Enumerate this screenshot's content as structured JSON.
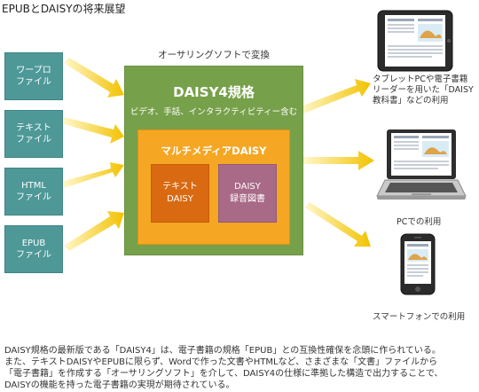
{
  "title": "EPUBとDAISYの将来展望",
  "sources": [
    {
      "line1": "ワープロ",
      "line2": "ファイル"
    },
    {
      "line1": "テキスト",
      "line2": "ファイル"
    },
    {
      "line1": "HTML",
      "line2": "ファイル"
    },
    {
      "line1": "EPUB",
      "line2": "ファイル"
    }
  ],
  "authoring_label": "オーサリングソフトで変換",
  "daisy4": {
    "title": "DAISY4規格",
    "subtitle": "ビデオ、手話、インタラクティビティー含む",
    "multimedia": "マルチメディアDAISY",
    "text_daisy": {
      "line1": "テキスト",
      "line2": "DAISY"
    },
    "audio_daisy": {
      "line1": "DAISY",
      "line2": "録音図書"
    }
  },
  "devices": {
    "tablet_caption": [
      "タブレットPCや電子書籍",
      "リーダーを用いた「DAISY",
      "教科書」などの利用"
    ],
    "pc_caption": "PCでの利用",
    "phone_caption": "スマートフォンでの利用"
  },
  "description": [
    "DAISY規格の最新版である「DAISY4」は、電子書籍の規格「EPUB」との互換性確保を念頭に作られている。",
    "また、テキストDAISYやEPUBに限らず、Wordで作った文書やHTMLなど、さまざまな「文書」ファイルから",
    "「電子書籍」を作成する「オーサリングソフト」を介して、DAISY4の仕様に準拠した構造で出力することで、",
    "DAISYの機能を持った電子書籍の実現が期待されている。"
  ],
  "colors": {
    "source_box": "#4e9898",
    "daisy4_box": "#77a04a",
    "multimedia_box": "#f5a623",
    "text_daisy_box": "#d96a12",
    "audio_daisy_box": "#a86a86",
    "arrow": "#f2c200"
  }
}
